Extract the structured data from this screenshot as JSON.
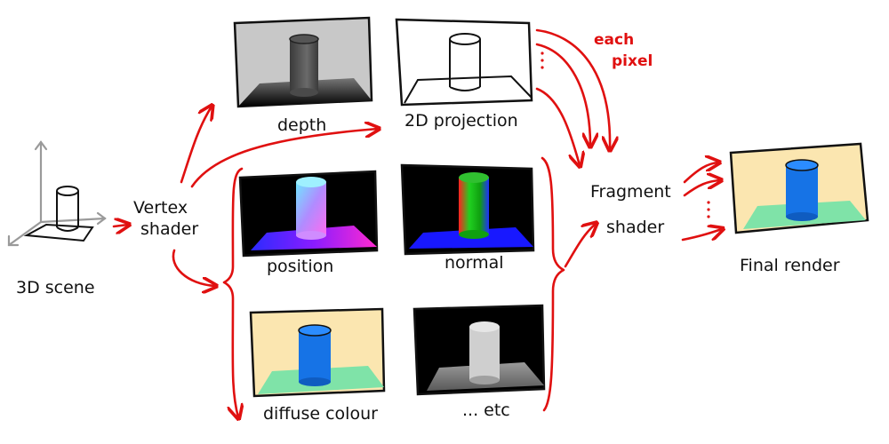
{
  "colors": {
    "arrow": "#e01010",
    "outline": "#111111",
    "axis": "#9a9a9a",
    "depth_bg": "#c8c8c8",
    "diffuse_bg": "#fbe6b0",
    "floor_green": "#7fe3a8",
    "cylinder_blue": "#1673e6"
  },
  "labels": {
    "scene": "3D scene",
    "vertex_shader": [
      "Vertex",
      "shader"
    ],
    "fragment_shader": [
      "Fragment",
      "shader"
    ],
    "each_pixel": [
      "each",
      "pixel"
    ],
    "final_render": "Final render"
  },
  "buffers": [
    {
      "id": "depth",
      "label": "depth"
    },
    {
      "id": "projection",
      "label": "2D projection"
    },
    {
      "id": "position",
      "label": "position"
    },
    {
      "id": "normal",
      "label": "normal"
    },
    {
      "id": "diffuse",
      "label": "diffuse colour"
    },
    {
      "id": "etc",
      "label": "... etc"
    }
  ]
}
